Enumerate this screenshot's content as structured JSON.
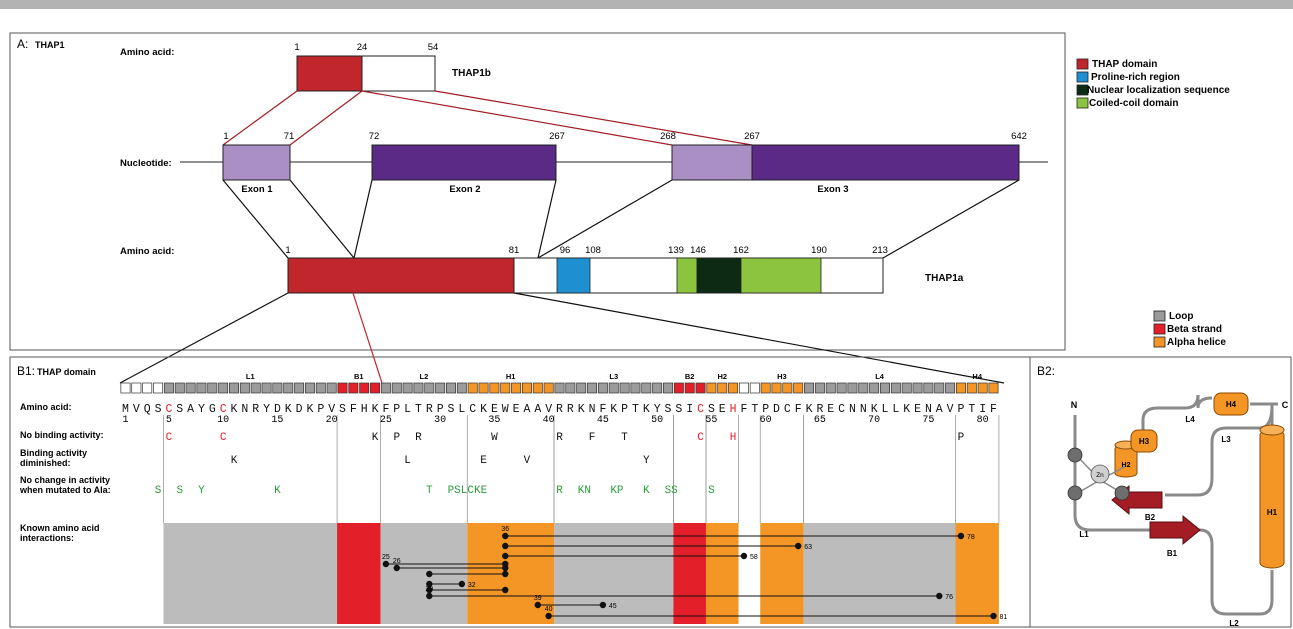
{
  "panelA": {
    "label": "A:",
    "sublabel": "THAP1",
    "legend": [
      {
        "label": "THAP domain",
        "color": "#c0262b"
      },
      {
        "label": "Proline-rich region",
        "color": "#1e8fd1"
      },
      {
        "label": "Nuclear localization sequence",
        "color": "#0b2b14"
      },
      {
        "label": "Coiled-coil domain",
        "color": "#8dc43f"
      }
    ],
    "thap1b": {
      "name": "THAP1b",
      "row_label": "Amino acid:",
      "ticks": [
        "1",
        "24",
        "54"
      ]
    },
    "nucleotide": {
      "row_label": "Nucleotide:",
      "ticks": [
        "1",
        "71",
        "72",
        "267",
        "268",
        "267",
        "642"
      ],
      "exons": [
        "Exon 1",
        "Exon 2",
        "Exon 3"
      ]
    },
    "thap1a": {
      "name": "THAP1a",
      "row_label": "Amino acid:",
      "ticks": [
        "1",
        "81",
        "96",
        "108",
        "139",
        "146",
        "162",
        "190",
        "213"
      ]
    }
  },
  "panelB1": {
    "label": "B1:",
    "sublabel": "THAP domain",
    "legend": [
      {
        "label": "Loop",
        "color": "#9b9b9b"
      },
      {
        "label": "Beta strand",
        "color": "#e3202a"
      },
      {
        "label": "Alpha helice",
        "color": "#f39626"
      }
    ],
    "segments": [
      {
        "label": "L1",
        "type": "loop",
        "from": 5,
        "to": 20
      },
      {
        "label": "B1",
        "type": "beta",
        "from": 21,
        "to": 24
      },
      {
        "label": "L2",
        "type": "loop",
        "from": 25,
        "to": 32
      },
      {
        "label": "H1",
        "type": "helix",
        "from": 33,
        "to": 40
      },
      {
        "label": "L3",
        "type": "loop",
        "from": 41,
        "to": 51
      },
      {
        "label": "B2",
        "type": "beta",
        "from": 52,
        "to": 54
      },
      {
        "label": "H2",
        "type": "helix",
        "from": 55,
        "to": 57
      },
      {
        "label": "H3",
        "type": "helix",
        "from": 60,
        "to": 63
      },
      {
        "label": "L4",
        "type": "loop",
        "from": 64,
        "to": 77
      },
      {
        "label": "H4",
        "type": "helix",
        "from": 78,
        "to": 81
      }
    ],
    "row_labels": {
      "amino": "Amino acid:",
      "nobind": "No binding activity:",
      "dim": [
        "Binding activity",
        "diminished:"
      ],
      "nochange": [
        "No change in activity",
        "when mutated to Ala:"
      ],
      "known": [
        "Known amino acid",
        "interactions:"
      ]
    },
    "sequence": "MVQSCSAYGCKNRYDKDKPVSFHKFPLTRPSLCKEWEAAVRRKNFKPTKYSSICSEHFTPDCFKRECNNKLLKENAVPTIF",
    "red_positions": [
      5,
      10,
      54,
      57
    ],
    "numbers": [
      "1",
      "5",
      "10",
      "15",
      "20",
      "25",
      "30",
      "35",
      "40",
      "45",
      "50",
      "55",
      "60",
      "65",
      "70",
      "75",
      "80"
    ],
    "no_binding": [
      {
        "pos": 5,
        "aa": "C"
      },
      {
        "pos": 10,
        "aa": "C"
      },
      {
        "pos": 24,
        "aa": "K"
      },
      {
        "pos": 26,
        "aa": "P"
      },
      {
        "pos": 28,
        "aa": "R"
      },
      {
        "pos": 35,
        "aa": "W"
      },
      {
        "pos": 41,
        "aa": "R"
      },
      {
        "pos": 44,
        "aa": "F"
      },
      {
        "pos": 47,
        "aa": "T"
      },
      {
        "pos": 54,
        "aa": "C"
      },
      {
        "pos": 57,
        "aa": "H"
      },
      {
        "pos": 78,
        "aa": "P"
      }
    ],
    "diminished": [
      {
        "pos": 11,
        "aa": "K"
      },
      {
        "pos": 27,
        "aa": "L"
      },
      {
        "pos": 34,
        "aa": "E"
      },
      {
        "pos": 38,
        "aa": "V"
      },
      {
        "pos": 49,
        "aa": "Y"
      }
    ],
    "no_change": [
      {
        "pos": 4,
        "aa": "S"
      },
      {
        "pos": 6,
        "aa": "S"
      },
      {
        "pos": 8,
        "aa": "Y"
      },
      {
        "pos": 15,
        "aa": "K"
      },
      {
        "pos": 29,
        "aa": "T"
      },
      {
        "pos": 31,
        "aa": "PSLCKE"
      },
      {
        "pos": 41,
        "aa": "R"
      },
      {
        "pos": 43,
        "aa": "KN"
      },
      {
        "pos": 46,
        "aa": "KP"
      },
      {
        "pos": 49,
        "aa": "K"
      },
      {
        "pos": 51,
        "aa": "SS"
      },
      {
        "pos": 55,
        "aa": "S"
      }
    ],
    "interactions": [
      {
        "a": 36,
        "b": 78,
        "la": "36",
        "lb": "78"
      },
      {
        "a": 36,
        "b": 63,
        "la": "",
        "lb": "63"
      },
      {
        "a": 36,
        "b": 58,
        "la": "",
        "lb": "58"
      },
      {
        "a": 25,
        "b": 36,
        "la": "25",
        "lb": ""
      },
      {
        "a": 26,
        "b": 36,
        "la": "26",
        "lb": ""
      },
      {
        "a": 29,
        "b": 36,
        "la": "",
        "lb": ""
      },
      {
        "a": 29,
        "b": 32,
        "la": "",
        "lb": "32"
      },
      {
        "a": 29,
        "b": 36,
        "la": "",
        "lb": ""
      },
      {
        "a": 29,
        "b": 76,
        "la": "29",
        "lb": "76"
      },
      {
        "a": 39,
        "b": 45,
        "la": "39",
        "lb": "45"
      },
      {
        "a": 40,
        "b": 81,
        "la": "40",
        "lb": "81"
      }
    ]
  },
  "panelB2": {
    "label": "B2:",
    "labels": [
      "N",
      "C",
      "L1",
      "L2",
      "L3",
      "L4",
      "H1",
      "H2",
      "H3",
      "H4",
      "B1",
      "B2",
      "Zn"
    ]
  }
}
